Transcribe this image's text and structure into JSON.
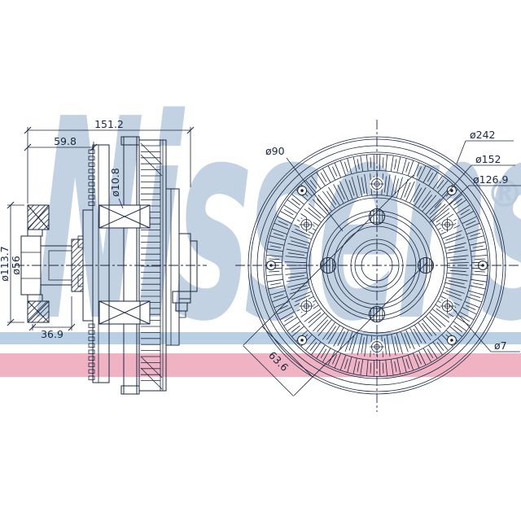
{
  "watermark": {
    "brand": "Nissens",
    "registered": "®"
  },
  "side_view": {
    "overall_length": "151.2",
    "mount_face_offset": "59.8",
    "fan_bolt_hole_dia": "ø10.8",
    "flange_dia": "ø113.7",
    "hub_bore_dia": "ø56",
    "hub_depth": "36.9"
  },
  "front_view": {
    "bolt_circle_dia": "ø90",
    "outer_dia": "ø242",
    "rivet_circle_dia": "ø152",
    "flange_dia": "ø126.9",
    "rivet_hole_dia": "ø7",
    "bolt_diagonal_spacing": "63.6"
  },
  "colors": {
    "line": "#1b2742",
    "watermark": "#b6c9dd",
    "band_blue": "#b9cfe3",
    "band_pink": "#efb3c3",
    "background": "#ffffff"
  }
}
